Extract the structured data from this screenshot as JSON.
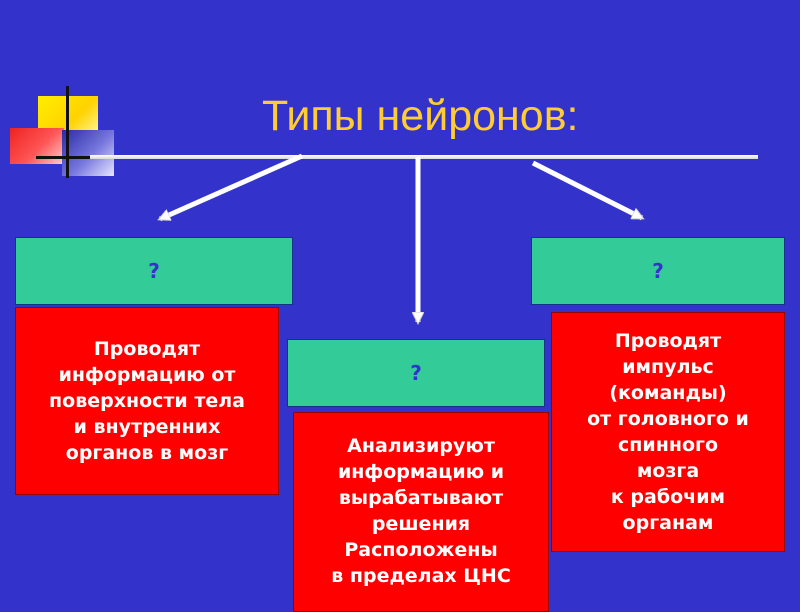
{
  "title": "Типы нейронов:",
  "columns": [
    {
      "question": "?",
      "description": "Проводят\nинформацию от\nповерхности тела\nи внутренних\nорганов в мозг"
    },
    {
      "question": "?",
      "description": "Анализируют\nинформацию и\nвырабатывают\nрешения\nРасположены\nв пределах ЦНС"
    },
    {
      "question": "?",
      "description": "Проводят\nимпульс\n(команды)\nот головного и\nспинного\nмозга\n к рабочим\nорганам"
    }
  ],
  "colors": {
    "background": "#3333cc",
    "title": "#ffcc33",
    "question_box": "#33cc99",
    "description_box": "#ff0000",
    "arrow": "#ffffff"
  },
  "icons": [
    "arrow-left-down-icon",
    "arrow-down-icon",
    "arrow-right-down-icon"
  ]
}
